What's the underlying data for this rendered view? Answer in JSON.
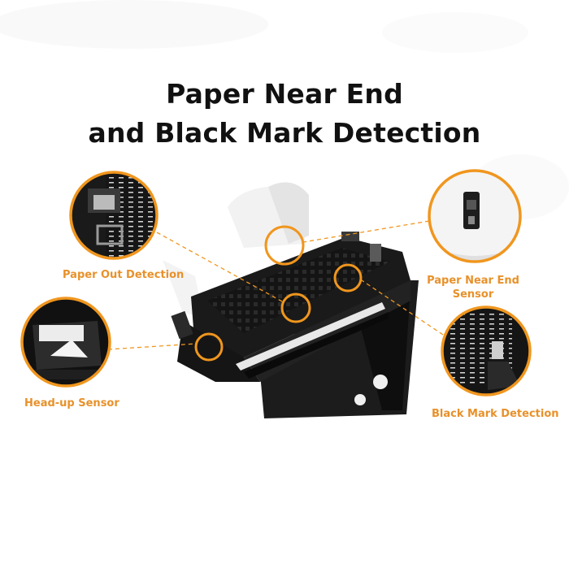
{
  "title": {
    "line1": "Paper Near End",
    "line2": "and Black Mark Detection"
  },
  "callouts": [
    {
      "name": "paper-out-detection",
      "lines": [
        "Paper Out Detection"
      ]
    },
    {
      "name": "paper-near-end-sensor",
      "lines": [
        "Paper Near End",
        "Sensor"
      ]
    },
    {
      "name": "head-up-sensor",
      "lines": [
        "Head-up Sensor"
      ]
    },
    {
      "name": "black-mark-detection",
      "lines": [
        "Black Mark Detection"
      ]
    }
  ],
  "colors": {
    "accent": "#f0961e",
    "label": "#e8912a",
    "title": "#111111"
  }
}
